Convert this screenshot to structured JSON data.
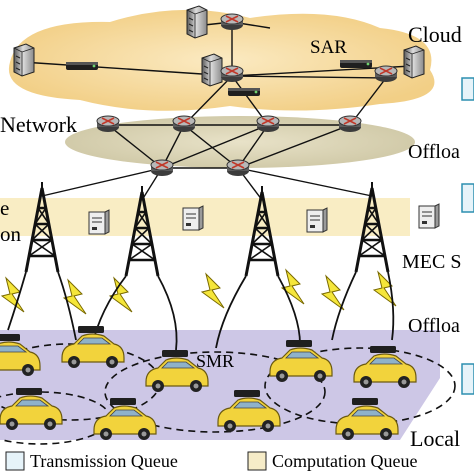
{
  "labels": {
    "cloud": "Cloud",
    "sar": "SAR",
    "network": "Network",
    "offload_top": "Offloa",
    "edge_e": "e",
    "edge_on": "on",
    "mec": "MEC S",
    "offload_bottom": "Offloa",
    "smr": "SMR",
    "local": "Local",
    "transmission_queue": "Transmission Queue",
    "computation_queue": "Computation Queue"
  },
  "colors": {
    "cloud_fill": "#f6dfa6",
    "network_fill": "#d9d4b8",
    "edge_band": "#f9edc4",
    "vehicle_plane": "#cdc7e6",
    "vehicle_body": "#f2d33c",
    "lightning": "#f5e63a",
    "transmission_queue": "#e6f3f9",
    "computation_queue": "#f6ecc8",
    "bar": "#2d8fb0"
  }
}
